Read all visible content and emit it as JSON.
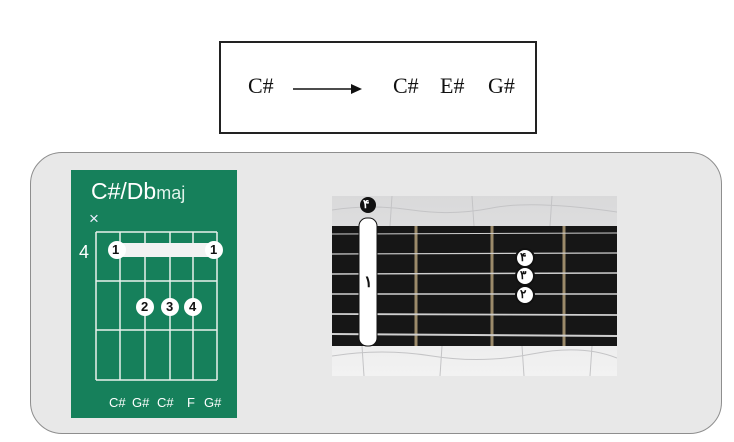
{
  "formula": {
    "root": "C#",
    "n1": "C#",
    "n2": "E#",
    "n3": "G#"
  },
  "chord_card": {
    "title": "C#/Db",
    "suffix": "maj",
    "fret": "4",
    "mute": "×",
    "barre_finger": "1",
    "fingers": [
      "2",
      "3",
      "4"
    ],
    "notes": [
      "C#",
      "G#",
      "C#",
      "F",
      "G#"
    ],
    "colors": {
      "background": "#16805b",
      "dot": "#ffffff",
      "line": "#e8f1ed"
    }
  },
  "photo": {
    "badge": "۴",
    "barre_finger": "۱",
    "fingers": [
      "۴",
      "۳",
      "۲"
    ]
  }
}
